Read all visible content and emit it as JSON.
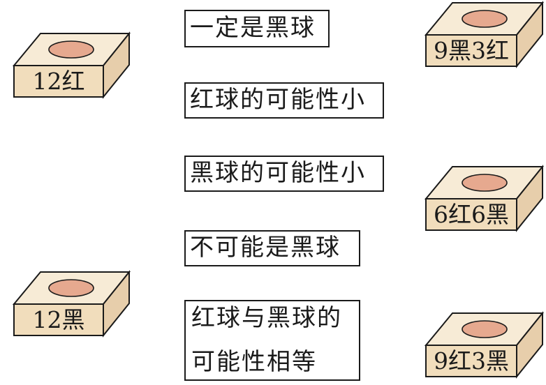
{
  "boxes": [
    {
      "label": "12红"
    },
    {
      "label": "12黑"
    },
    {
      "label": "9黑3红"
    },
    {
      "label": "6红6黑"
    },
    {
      "label": "9红3黑"
    }
  ],
  "statements": [
    {
      "text": "一定是黑球"
    },
    {
      "text": "红球的可能性小"
    },
    {
      "text": "黑球的可能性小"
    },
    {
      "text": "不可能是黑球"
    },
    {
      "lines": [
        "红球与黑球的",
        "可能性相等"
      ]
    }
  ],
  "colors": {
    "box_top": "#f7ebd6",
    "box_front": "#f1ddbc",
    "box_side": "#e7ceab",
    "ball_hole": "#e6a98f",
    "ink": "#1a1a1a"
  }
}
